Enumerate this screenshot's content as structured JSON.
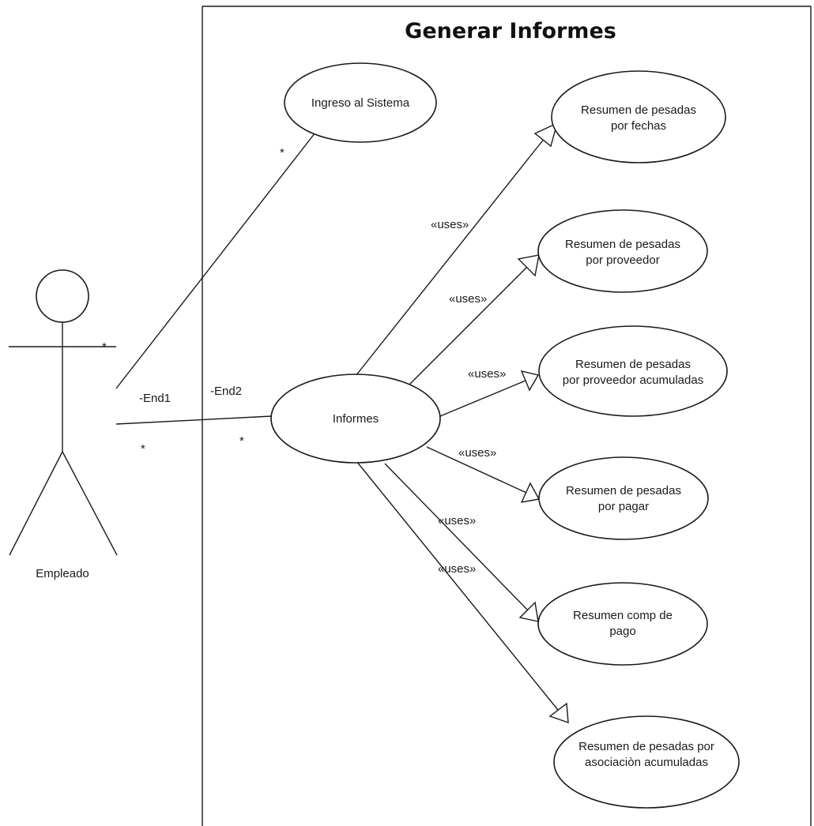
{
  "system": {
    "title": "Generar Informes"
  },
  "actor": {
    "name": "Empleado"
  },
  "use_cases": {
    "ingreso": [
      "Ingreso al Sistema"
    ],
    "informes": [
      "Informes"
    ],
    "fechas": [
      "Resumen de pesadas",
      "por fechas"
    ],
    "proveedor": [
      "Resumen de pesadas",
      "por proveedor"
    ],
    "acumuladas": [
      "Resumen de pesadas",
      "por proveedor acumuladas"
    ],
    "pagar": [
      "Resumen de pesadas",
      "por pagar"
    ],
    "comp": [
      "Resumen comp de",
      "pago"
    ],
    "asociacion": [
      "Resumen de pesadas por",
      "asociaciòn acumuladas"
    ]
  },
  "association_labels": {
    "end1": "-End1",
    "end2": "-End2",
    "mult_actor": "*",
    "mult_informes": "*",
    "mult_ingreso": "*"
  },
  "relation_label": "«uses»"
}
